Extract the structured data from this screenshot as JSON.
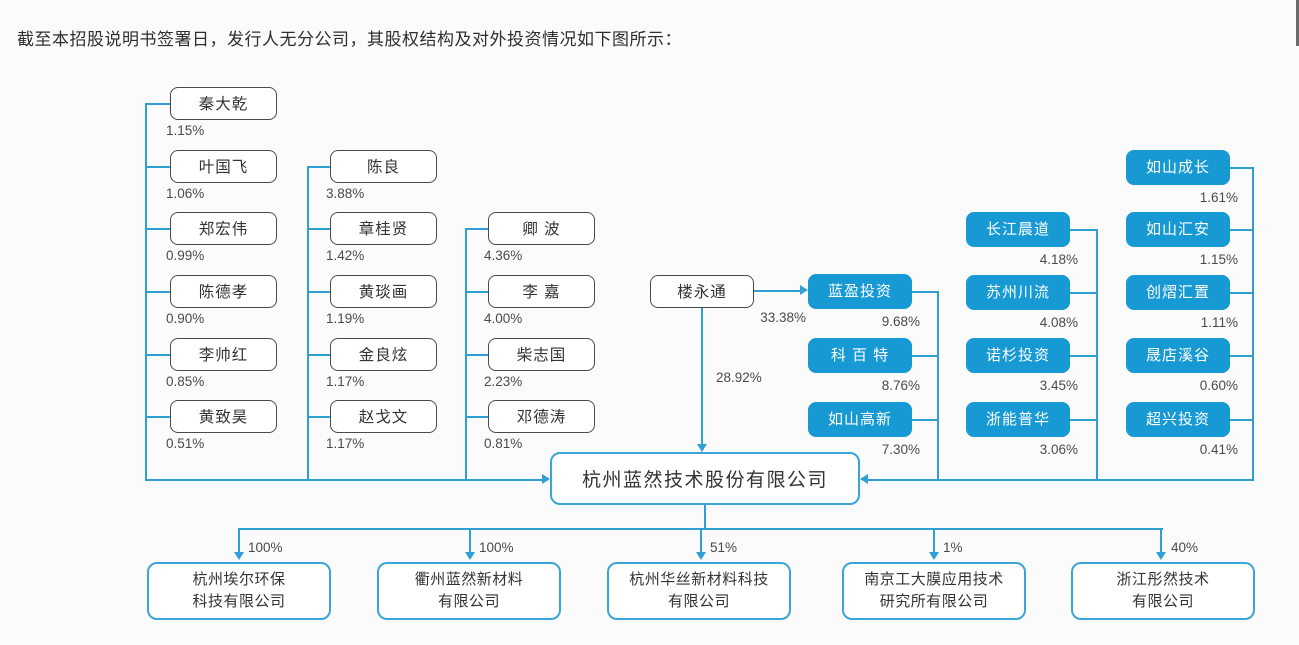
{
  "intro": {
    "text": "截至本招股说明书签署日，发行人无分公司，其股权结构及对外投资情况如下图所示："
  },
  "colors": {
    "institution_box_blue": "#1799d4",
    "line_blue": "#2f9fd4",
    "person_box_border": "#4a4a4a",
    "company_border_blue": "#3aa5d9",
    "background": "#fbfbfb",
    "text": "#333333"
  },
  "shareholders": {
    "col1": [
      {
        "name": "秦大乾",
        "pct": "1.15%"
      },
      {
        "name": "叶国飞",
        "pct": "1.06%"
      },
      {
        "name": "郑宏伟",
        "pct": "0.99%"
      },
      {
        "name": "陈德孝",
        "pct": "0.90%"
      },
      {
        "name": "李帅红",
        "pct": "0.85%"
      },
      {
        "name": "黄致昊",
        "pct": "0.51%"
      }
    ],
    "col2": [
      {
        "name": "陈良",
        "pct": "3.88%"
      },
      {
        "name": "章桂贤",
        "pct": "1.42%"
      },
      {
        "name": "黄琰画",
        "pct": "1.19%"
      },
      {
        "name": "金良炫",
        "pct": "1.17%"
      },
      {
        "name": "赵戈文",
        "pct": "1.17%"
      }
    ],
    "col3": [
      {
        "name": "卿 波",
        "pct": "4.36%"
      },
      {
        "name": "李 嘉",
        "pct": "4.00%"
      },
      {
        "name": "柴志国",
        "pct": "2.23%"
      },
      {
        "name": "邓德涛",
        "pct": "0.81%"
      }
    ],
    "controller": {
      "name": "楼永通",
      "direct_pct": "28.92%",
      "lanying_stake_pct": "33.38%"
    },
    "inst_col1": [
      {
        "name": "蓝盈投资",
        "pct": "9.68%"
      },
      {
        "name": "科 百 特",
        "pct": "8.76%"
      },
      {
        "name": "如山高新",
        "pct": "7.30%"
      }
    ],
    "inst_col2": [
      {
        "name": "长江晨道",
        "pct": "4.18%"
      },
      {
        "name": "苏州川流",
        "pct": "4.08%"
      },
      {
        "name": "诺杉投资",
        "pct": "3.45%"
      },
      {
        "name": "浙能普华",
        "pct": "3.06%"
      }
    ],
    "inst_col3": [
      {
        "name": "如山成长",
        "pct": "1.61%"
      },
      {
        "name": "如山汇安",
        "pct": "1.15%"
      },
      {
        "name": "创熠汇置",
        "pct": "1.11%"
      },
      {
        "name": "晟店溪谷",
        "pct": "0.60%"
      },
      {
        "name": "超兴投资",
        "pct": "0.41%"
      }
    ]
  },
  "company": {
    "name": "杭州蓝然技术股份有限公司"
  },
  "subsidiaries": [
    {
      "line1": "杭州埃尔环保",
      "line2": "科技有限公司",
      "pct": "100%"
    },
    {
      "line1": "衢州蓝然新材料",
      "line2": "有限公司",
      "pct": "100%"
    },
    {
      "line1": "杭州华丝新材料科技",
      "line2": "有限公司",
      "pct": "51%"
    },
    {
      "line1": "南京工大膜应用技术",
      "line2": "研究所有限公司",
      "pct": "1%"
    },
    {
      "line1": "浙江彤然技术",
      "line2": "有限公司",
      "pct": "40%"
    }
  ]
}
